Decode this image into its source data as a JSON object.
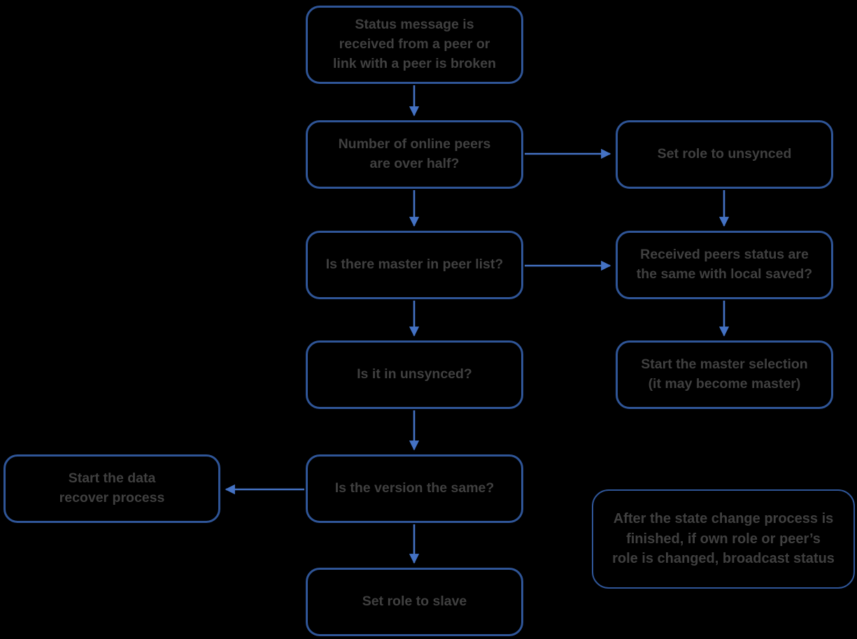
{
  "diagram": {
    "title": "Peer status / role state-change flowchart",
    "colors": {
      "background": "#000000",
      "box_border": "#2F5597",
      "arrow": "#4472C4",
      "text": "#404040"
    },
    "nodes": {
      "start": {
        "label": "Status message is\nreceived from a peer or\nlink with a peer is broken"
      },
      "over_half": {
        "label": "Number of online peers\nare over half?"
      },
      "set_unsynced": {
        "label": "Set role to unsynced"
      },
      "master_in_list": {
        "label": "Is there master in peer list?"
      },
      "peers_status_same": {
        "label": "Received peers status are\nthe same with local saved?"
      },
      "in_unsynced": {
        "label": "Is it in unsynced?"
      },
      "master_selection": {
        "label": "Start the master selection\n(it may become master)"
      },
      "version_same": {
        "label": "Is the version the same?"
      },
      "data_recover": {
        "label": "Start the data\nrecover process"
      },
      "set_slave": {
        "label": "Set role to slave"
      },
      "note": {
        "label": "After the state change process is\nfinished, if own role or peer’s\nrole is changed, broadcast status"
      }
    },
    "edges": [
      {
        "from": "start",
        "to": "over_half"
      },
      {
        "from": "over_half",
        "to": "set_unsynced"
      },
      {
        "from": "over_half",
        "to": "master_in_list"
      },
      {
        "from": "set_unsynced",
        "to": "peers_status_same"
      },
      {
        "from": "master_in_list",
        "to": "peers_status_same"
      },
      {
        "from": "master_in_list",
        "to": "in_unsynced"
      },
      {
        "from": "peers_status_same",
        "to": "master_selection"
      },
      {
        "from": "in_unsynced",
        "to": "version_same"
      },
      {
        "from": "version_same",
        "to": "data_recover"
      },
      {
        "from": "version_same",
        "to": "set_slave"
      }
    ]
  }
}
